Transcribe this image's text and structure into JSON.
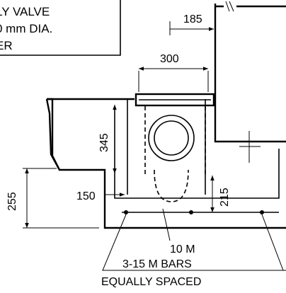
{
  "note_box": {
    "lines": [
      "LY VALVE",
      "0 mm DIA.",
      "ER"
    ]
  },
  "dimensions": {
    "d185": "185",
    "d300": "300",
    "d345": "345",
    "d255": "255",
    "d150": "150",
    "d215": "215"
  },
  "callout": {
    "line1": "10 M",
    "line2": "3-15 M BARS",
    "line3": "EQUALLY SPACED"
  }
}
